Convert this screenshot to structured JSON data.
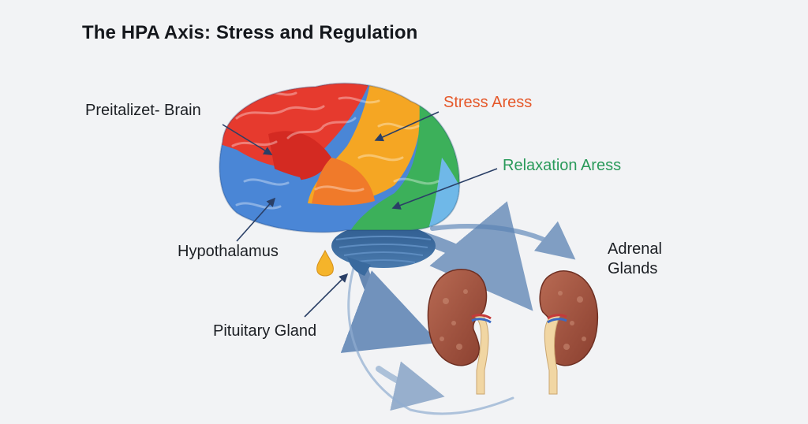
{
  "title": "The HPA Axis: Stress and Regulation",
  "labels": {
    "prefrontal_brain": "Preitalizet- Brain",
    "stress_areas": "Stress Aress",
    "relaxation_areas": "Relaxation Aress",
    "hypothalamus": "Hypothalamus",
    "pituitary_gland": "Pituitary Gland",
    "adrenal_line1": "Adrenal",
    "adrenal_line2": "Glands"
  },
  "colors": {
    "background": "#f2f3f5",
    "stress_region": "#e63a2e",
    "stress_label": "#e5582a",
    "transition_region": "#f5a623",
    "relaxation_region": "#3cb05a",
    "relaxation_label": "#2a9a5a",
    "cool_region": "#4a86d6",
    "pituitary": "#f5b42a",
    "kidney": "#a0523e",
    "arrow": "#5b82b3"
  },
  "icons": {
    "brain": "brain-illustration",
    "kidney": "kidney-illustration",
    "droplet": "hormone-droplet-icon"
  }
}
